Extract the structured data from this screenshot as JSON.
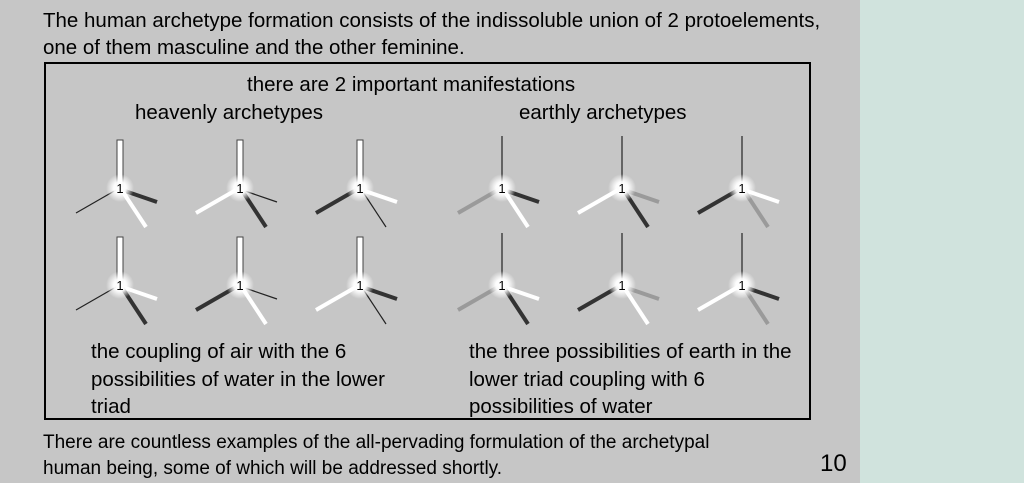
{
  "slide": {
    "intro": "The human archetype formation consists of the indissoluble union of 2 protoelements, one of them masculine and the other feminine.",
    "frame_title": "there are 2 important manifestations",
    "left_heading": "heavenly archetypes",
    "right_heading": "earthly archetypes",
    "left_caption": "the coupling of air with the 6 possibilities of water in the lower triad",
    "right_caption": "the three possibilities of earth in the lower triad coupling with 6 possibilities of water",
    "footer": "There are countless examples of the all-pervading formulation of the archetypal human being, some of which will be addressed shortly.",
    "page_number": "10"
  },
  "symbols": {
    "center_label": "1",
    "colors": {
      "white": "#ffffff",
      "dark": "#333333",
      "grey": "#9a9a9a",
      "thin": "#222222"
    },
    "heavenly": [
      {
        "vertical": "double",
        "left": "thin",
        "right": "dark",
        "down": "white"
      },
      {
        "vertical": "double",
        "left": "white",
        "right": "thin",
        "down": "dark"
      },
      {
        "vertical": "double",
        "left": "dark",
        "right": "white",
        "down": "thin"
      },
      {
        "vertical": "double",
        "left": "thin",
        "right": "white",
        "down": "dark"
      },
      {
        "vertical": "double",
        "left": "dark",
        "right": "thin",
        "down": "white"
      },
      {
        "vertical": "double",
        "left": "white",
        "right": "dark",
        "down": "thin"
      }
    ],
    "earthly": [
      {
        "vertical": "thin",
        "left": "grey",
        "right": "dark",
        "down": "white"
      },
      {
        "vertical": "thin",
        "left": "white",
        "right": "grey",
        "down": "dark"
      },
      {
        "vertical": "thin",
        "left": "dark",
        "right": "white",
        "down": "grey"
      },
      {
        "vertical": "thin",
        "left": "grey",
        "right": "white",
        "down": "dark"
      },
      {
        "vertical": "thin",
        "left": "dark",
        "right": "grey",
        "down": "white"
      },
      {
        "vertical": "thin",
        "left": "white",
        "right": "dark",
        "down": "grey"
      }
    ]
  }
}
